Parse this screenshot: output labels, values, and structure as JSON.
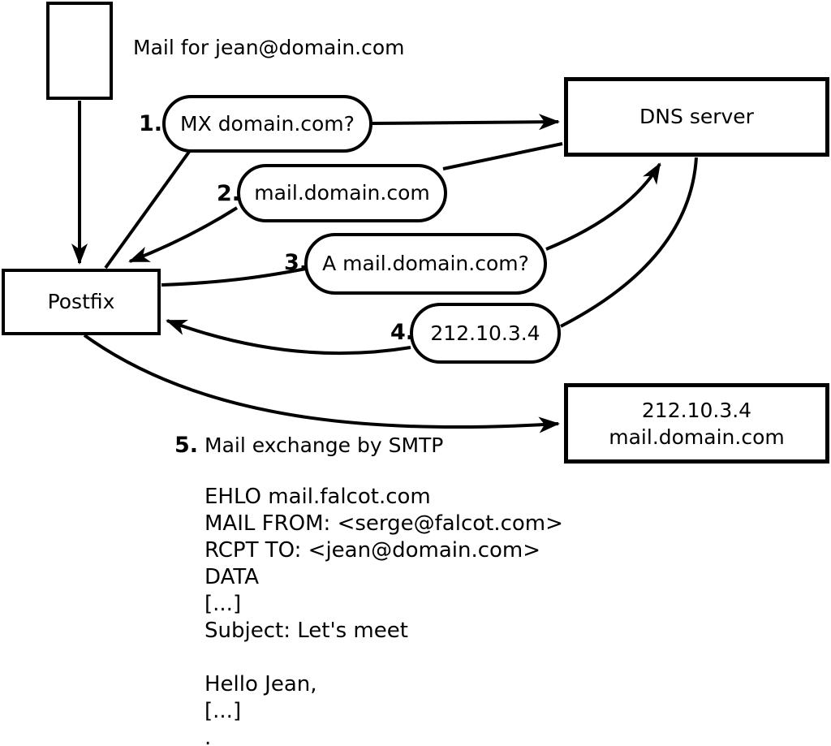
{
  "title": "Mail for jean@domain.com",
  "nodes": {
    "postfix": "Postfix",
    "dns": "DNS server",
    "mailserver_line1": "212.10.3.4",
    "mailserver_line2": "mail.domain.com"
  },
  "steps": [
    {
      "num": "1.",
      "label": "MX domain.com?"
    },
    {
      "num": "2.",
      "label": "mail.domain.com"
    },
    {
      "num": "3.",
      "label": "A mail.domain.com?"
    },
    {
      "num": "4.",
      "label": "212.10.3.4"
    },
    {
      "num": "5.",
      "label": "Mail exchange by SMTP"
    }
  ],
  "smtp_transcript": "EHLO mail.falcot.com\nMAIL FROM: <serge@falcot.com>\nRCPT TO: <jean@domain.com>\nDATA\n[...]\nSubject: Let's meet\n\nHello Jean,\n[...]\n.",
  "colors": {
    "ink": "#000000",
    "background": "#ffffff"
  }
}
